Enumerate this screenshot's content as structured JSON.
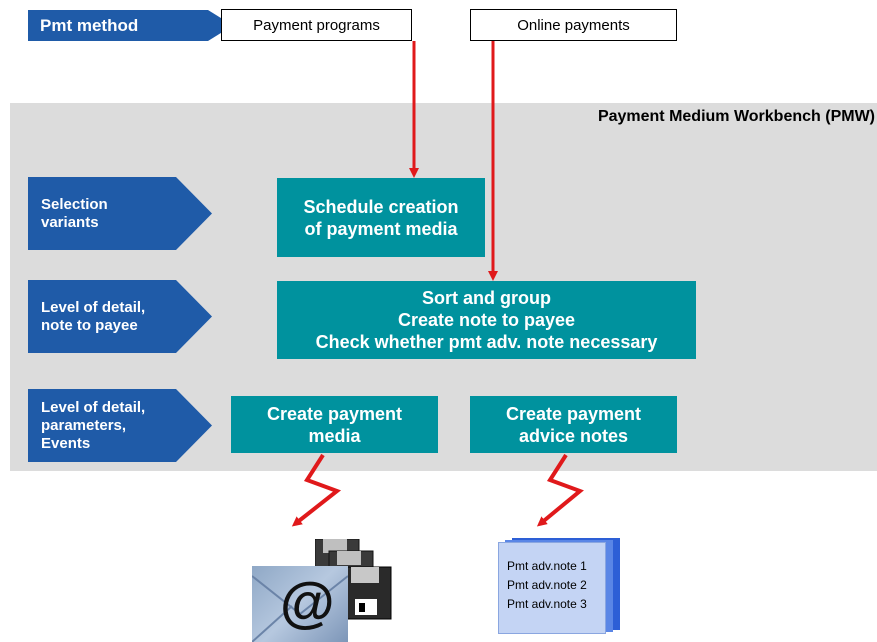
{
  "payment_method": {
    "label": "Pmt method",
    "options": [
      "Payment programs",
      "Online payments"
    ]
  },
  "pmw": {
    "title": "Payment Medium Workbench (PMW)",
    "rows": [
      {
        "label_lines": [
          "Selection",
          "variants"
        ],
        "steps": [
          {
            "lines": [
              "Schedule creation",
              "of payment media"
            ]
          }
        ]
      },
      {
        "label_lines": [
          "Level of detail,",
          "note to payee"
        ],
        "steps": [
          {
            "lines": [
              "Sort and group",
              "Create note to payee",
              "Check whether pmt adv. note necessary"
            ]
          }
        ]
      },
      {
        "label_lines": [
          "Level of detail,",
          "parameters,",
          "Events"
        ],
        "steps": [
          {
            "lines": [
              "Create payment",
              "media"
            ]
          },
          {
            "lines": [
              "Create payment",
              "advice notes"
            ]
          }
        ]
      }
    ]
  },
  "outputs": {
    "email_symbol": "@",
    "advice_notes": [
      "Pmt adv.note 1",
      "Pmt adv.note 2",
      "Pmt adv.note 3"
    ]
  },
  "colors": {
    "arrow_blue": "#1f5ba8",
    "step_teal": "#00929e",
    "panel_gray": "#dcdcdc",
    "flow_red": "#e0191b",
    "note_blue": "#c4d4f4"
  },
  "icons": [
    "email-icon",
    "floppy-disk-icon",
    "lightning-bolt-icon",
    "document-stack-icon"
  ]
}
